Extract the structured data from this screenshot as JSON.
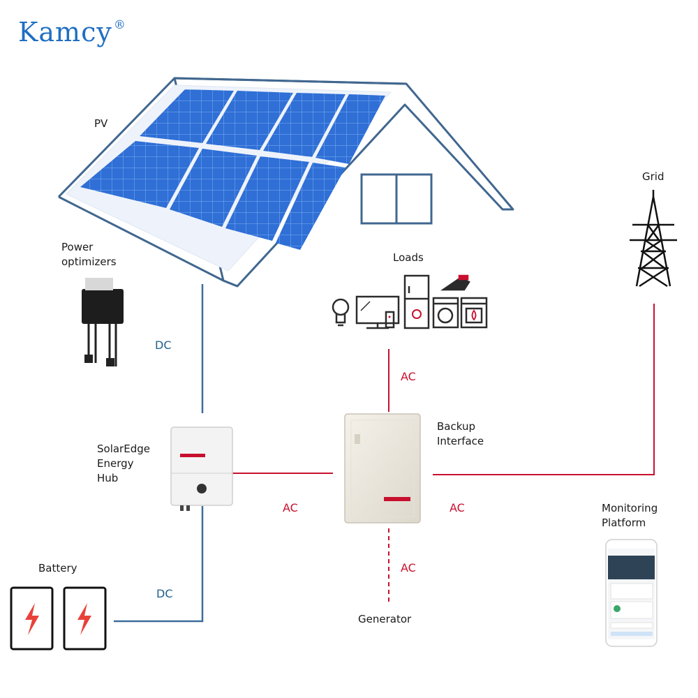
{
  "brand": {
    "name": "Kamcy",
    "mark": "®"
  },
  "labels": {
    "pv": "PV",
    "power_optimizers": "Power\noptimizers",
    "dc_top": "DC",
    "dc_bottom": "DC",
    "grid": "Grid",
    "loads": "Loads",
    "ac_loads": "AC",
    "backup_interface": "Backup\nInterface",
    "energy_hub": "SolarEdge\nEnergy\nHub",
    "ac_hub": "AC",
    "ac_grid": "AC",
    "ac_generator": "AC",
    "monitoring_platform": "Monitoring\nPlatform",
    "battery": "Battery",
    "generator": "Generator"
  },
  "colors": {
    "dc_line": "#3b6d9c",
    "ac_line": "#c8102e",
    "panel": "#2f6fd6",
    "house_outline": "#41678f",
    "brand": "#1f6fc2"
  },
  "icons": [
    "light-bulb-icon",
    "monitor-icon",
    "remote-icon",
    "refrigerator-icon",
    "iron-icon",
    "washing-machine-icon",
    "oven-icon",
    "transmission-tower-icon",
    "lightning-bolt-icon"
  ]
}
